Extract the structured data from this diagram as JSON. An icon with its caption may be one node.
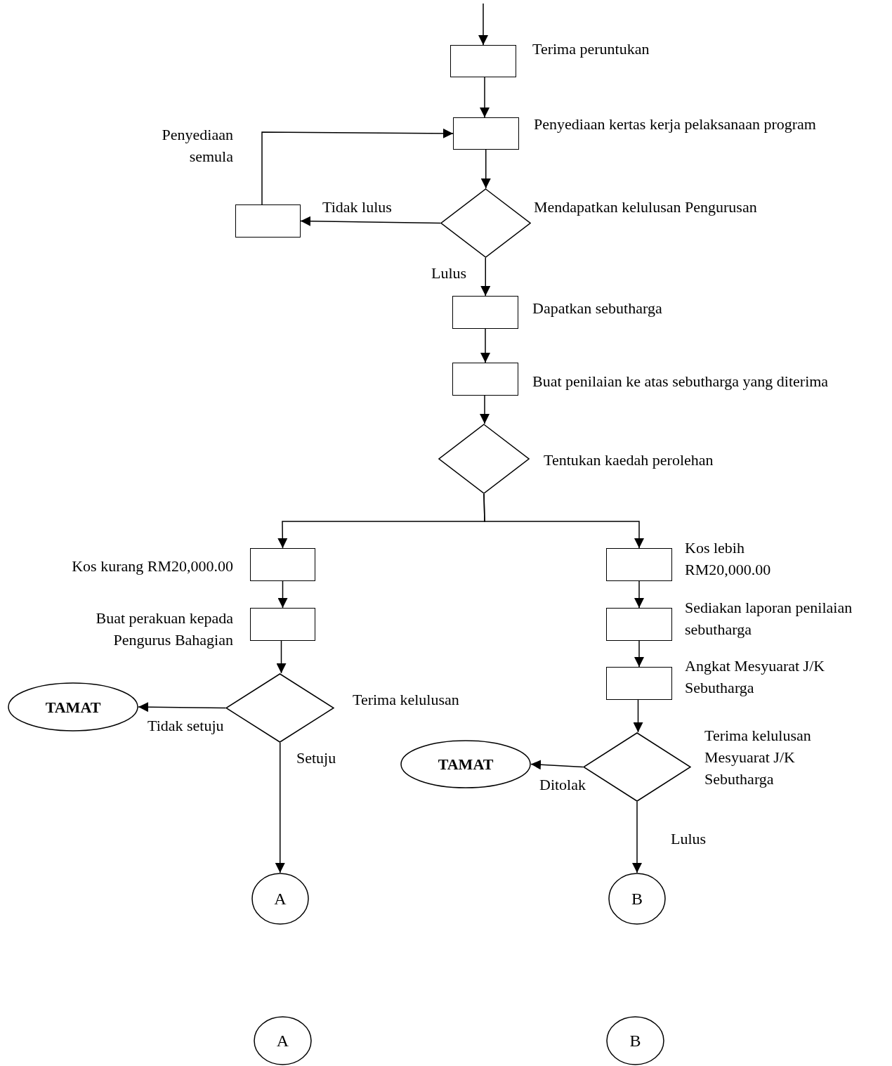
{
  "diagram": {
    "nodes": [
      {
        "text": [],
        "shape": "box",
        "beside": [
          "Terima peruntukan"
        ]
      },
      {
        "text": [],
        "shape": "box",
        "beside": [
          "Penyediaan kertas kerja pelaksanaan program"
        ]
      },
      {
        "text": [],
        "shape": "diamond",
        "beside": [
          "Mendapatkan kelulusan Pengurusan"
        ]
      },
      {
        "text": [],
        "shape": "box",
        "beside": [
          "Penyediaan semula"
        ]
      },
      {
        "text": [],
        "shape": "box",
        "beside": [
          "Dapatkan sebutharga"
        ]
      },
      {
        "text": [],
        "shape": "box",
        "beside": [
          "Buat penilaian ke atas sebutharga yang diterima"
        ]
      },
      {
        "text": [],
        "shape": "diamond",
        "beside": [
          "Tentukan kaedah perolehan"
        ]
      },
      {
        "text": [],
        "shape": "box",
        "beside": [
          "Kos kurang RM20,000.00"
        ]
      },
      {
        "text": [],
        "shape": "box",
        "beside": [
          "Buat perakuan kepada Pengurus Bahagian"
        ]
      },
      {
        "text": [],
        "shape": "diamond",
        "beside": [
          "Terima kelulusan"
        ]
      },
      {
        "text": [
          "TAMAT"
        ]
      },
      {
        "text": [
          "A"
        ]
      },
      {
        "text": [],
        "shape": "box",
        "beside": [
          "Kos lebih RM20,000.00"
        ]
      },
      {
        "text": [],
        "shape": "box",
        "beside": [
          "Sediakan laporan penilaian sebutharga"
        ]
      },
      {
        "text": [],
        "shape": "box",
        "beside": [
          "Angkat Mesyuarat J/K Sebutharga"
        ]
      },
      {
        "text": [],
        "shape": "diamond",
        "beside": [
          "Terima kelulusan Mesyuarat J/K Sebutharga"
        ]
      },
      {
        "text": [
          "TAMAT"
        ]
      },
      {
        "text": [
          "B"
        ]
      },
      {
        "text": [
          "A"
        ]
      },
      {
        "text": [
          "B"
        ]
      }
    ],
    "edges": [
      {
        "from": null,
        "to": 0,
        "arrow": "to"
      },
      {
        "from": 0,
        "to": 1,
        "arrow": "to"
      },
      {
        "from": 1,
        "to": 2,
        "arrow": "to"
      },
      {
        "from": 2,
        "to": 3,
        "arrow": "to",
        "label": "Tidak lulus"
      },
      {
        "from": 3,
        "to": 1,
        "arrow": "to"
      },
      {
        "from": 2,
        "to": 4,
        "arrow": "to",
        "label": "Lulus"
      },
      {
        "from": 4,
        "to": 5,
        "arrow": "to"
      },
      {
        "from": 5,
        "to": 6,
        "arrow": "to"
      },
      {
        "from": 6,
        "to": 7,
        "arrow": "to"
      },
      {
        "from": 6,
        "to": 12,
        "arrow": "to"
      },
      {
        "from": 7,
        "to": 8,
        "arrow": "to"
      },
      {
        "from": 8,
        "to": 9,
        "arrow": "to"
      },
      {
        "from": 9,
        "to": 10,
        "arrow": "to",
        "label": "Tidak setuju"
      },
      {
        "from": 9,
        "to": 11,
        "arrow": "to",
        "label": "Setuju"
      },
      {
        "from": 12,
        "to": 13,
        "arrow": "to"
      },
      {
        "from": 13,
        "to": 14,
        "arrow": "to"
      },
      {
        "from": 14,
        "to": 15,
        "arrow": "to"
      },
      {
        "from": 15,
        "to": 16,
        "arrow": "to",
        "label": "Ditolak"
      },
      {
        "from": 15,
        "to": 17,
        "arrow": "to",
        "label": "Lulus"
      }
    ]
  }
}
